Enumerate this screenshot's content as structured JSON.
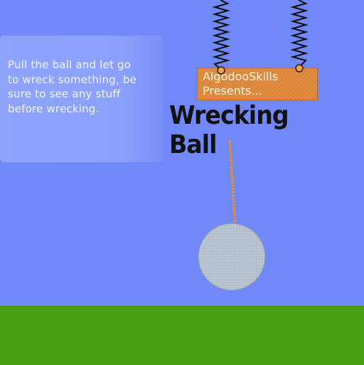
{
  "scene": {
    "note_text": "Pull the ball and let go to wreck something, be sure to see any stuff before wrecking.",
    "sign": {
      "line1": "AlgodooSkills",
      "line2": "Presents..."
    },
    "title": "Wrecking Ball"
  },
  "colors": {
    "sky": "#7088f8",
    "ground": "#4aa010",
    "sign": "#e08838",
    "rope": "#e09030",
    "ball": "#b8c4d0",
    "spring": "#111111"
  },
  "objects": {
    "springs": [
      "spring-left",
      "spring-right"
    ],
    "rope": "rope",
    "ball": "wrecking-ball"
  }
}
